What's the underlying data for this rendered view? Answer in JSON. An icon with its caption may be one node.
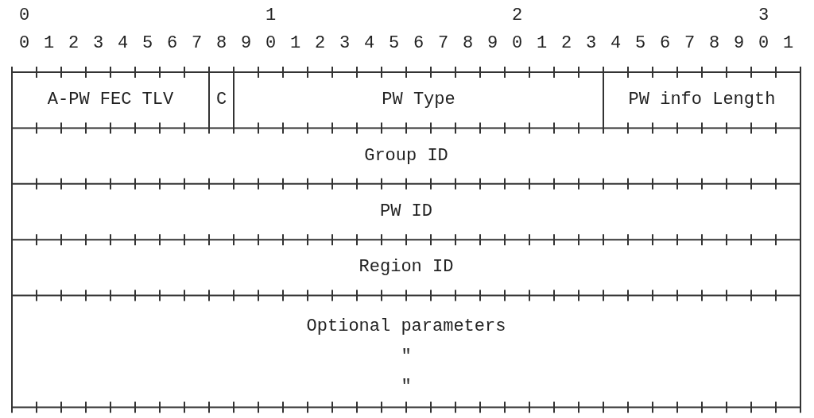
{
  "diagram": {
    "nodes": [
      {
        "text": [
          "A-PW FEC TLV"
        ]
      },
      {
        "text": [
          "C"
        ]
      },
      {
        "text": [
          "PW Type"
        ]
      },
      {
        "text": [
          "PW info Length"
        ]
      },
      {
        "text": [
          "Group ID"
        ]
      },
      {
        "text": [
          "PW ID"
        ]
      },
      {
        "text": [
          "Region ID"
        ]
      },
      {
        "text": [
          "Optional parameters",
          "\"",
          "\""
        ]
      }
    ],
    "labels": [
      "0",
      "1",
      "2",
      "3",
      "0",
      "1",
      "2",
      "3",
      "4",
      "5",
      "6",
      "7",
      "8",
      "9",
      "0",
      "1",
      "2",
      "3",
      "4",
      "5",
      "6",
      "7",
      "8",
      "9",
      "0",
      "1",
      "2",
      "3",
      "4",
      "5",
      "6",
      "7",
      "8",
      "9",
      "0",
      "1"
    ]
  }
}
